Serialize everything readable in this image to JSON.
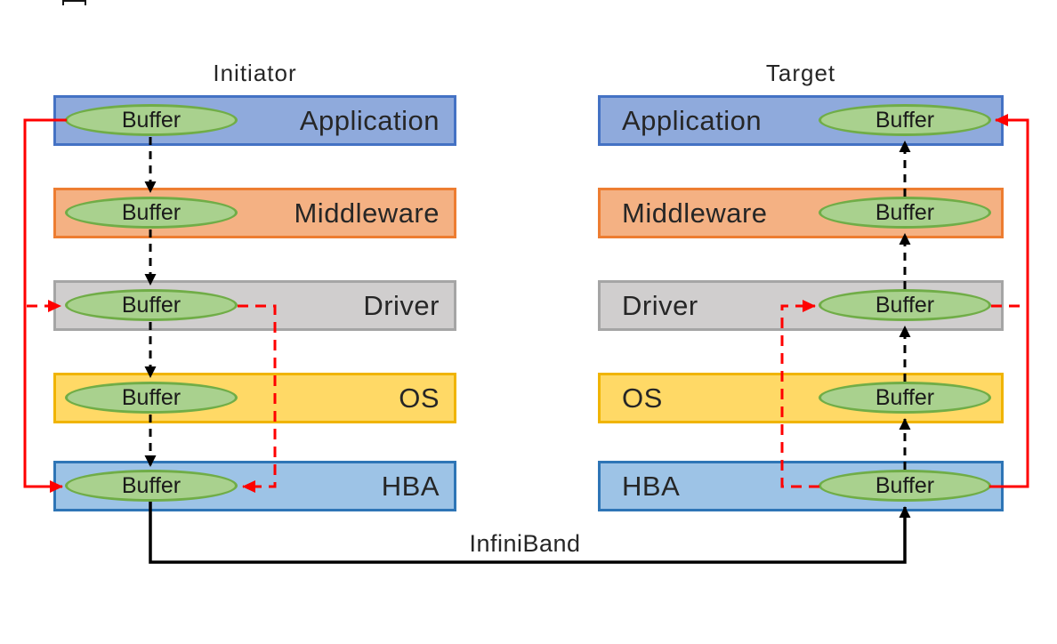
{
  "titles": {
    "initiator": "Initiator",
    "target": "Target"
  },
  "buffer_label": "Buffer",
  "interconnect_label": "InfiniBand",
  "layers": [
    {
      "name": "Application",
      "fill": "#8FAADC",
      "border": "#4472C4"
    },
    {
      "name": "Middleware",
      "fill": "#F4B183",
      "border": "#ED7D31"
    },
    {
      "name": "Driver",
      "fill": "#D0CECE",
      "border": "#A5A5A5"
    },
    {
      "name": "OS",
      "fill": "#FFD966",
      "border": "#F0B400"
    },
    {
      "name": "HBA",
      "fill": "#9DC3E6",
      "border": "#2E75B6"
    }
  ],
  "buffer_style": {
    "fill": "#A9D18E",
    "border": "#70AD47"
  },
  "flow_colors": {
    "layer_path": "#000000",
    "rdma_path": "#FF0000"
  },
  "text_color": "#262626"
}
